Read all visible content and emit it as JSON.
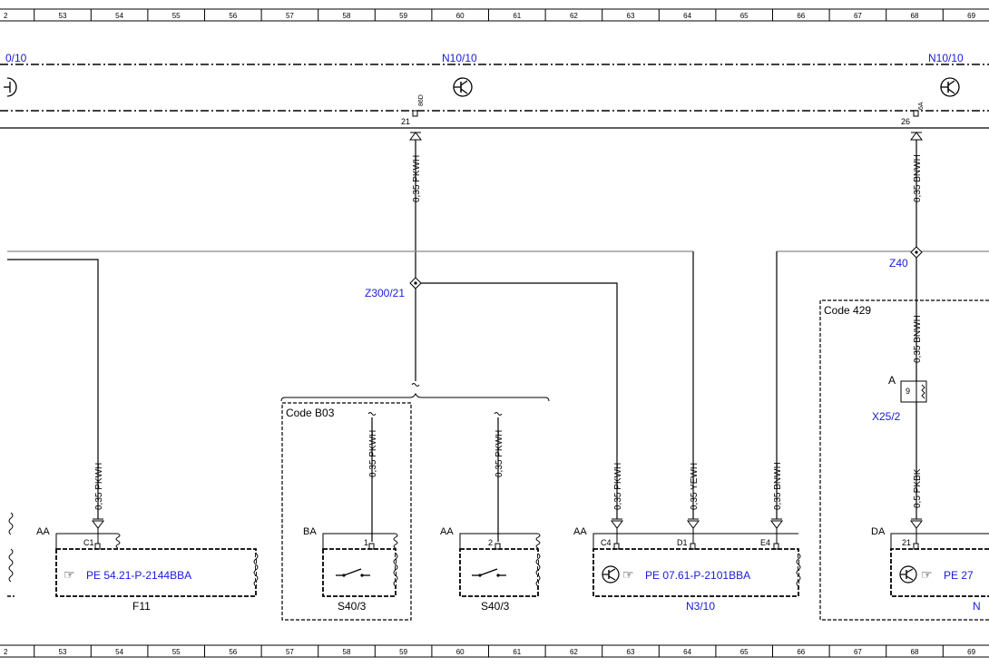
{
  "ruler": {
    "left_partial": "2",
    "numbers": [
      "53",
      "54",
      "55",
      "56",
      "57",
      "58",
      "59",
      "60",
      "61",
      "62",
      "63",
      "64",
      "65",
      "66",
      "67",
      "68",
      "69"
    ]
  },
  "modules": {
    "left_partial": "0/10",
    "center": "N10/10",
    "right": "N10/10"
  },
  "pins_top": {
    "center_pin": "21",
    "center_code": "86D",
    "right_pin": "26",
    "right_code": "6A"
  },
  "wires": {
    "w_center_top": "0,35 PKWH",
    "w_right_top": "0,35 BNWH",
    "w_f11": "0,35 PKWH",
    "w_s40_1": "0,35 PKWH",
    "w_s40_2": "0,35 PKWH",
    "w_c4": "0,35 PKWH",
    "w_d1": "0,35 YEWH",
    "w_e4": "0,35 BNWH",
    "w_right_mid": "0,35 BNWH",
    "w_right_low": "0,5 PKBK"
  },
  "splices": {
    "z300": "Z300/21",
    "z40": "Z40"
  },
  "codes": {
    "b03": "Code B03",
    "c429": "Code 429"
  },
  "connector_x25": {
    "letter": "A",
    "pin": "9",
    "name": "X25/2"
  },
  "components": {
    "f11": {
      "group": "AA",
      "pin": "C1",
      "ref": "PE 54.21-P-2144BBA",
      "name": "F11"
    },
    "s40a": {
      "group": "BA",
      "pin": "1",
      "name": "S40/3"
    },
    "s40b": {
      "group": "AA",
      "pin": "2",
      "name": "S40/3"
    },
    "n3": {
      "group": "AA",
      "pin_c4": "C4",
      "pin_d1": "D1",
      "pin_e4": "E4",
      "ref": "PE 07.61-P-2101BBA",
      "name": "N3/10"
    },
    "right": {
      "group": "DA",
      "pin": "21",
      "ref": "PE 27",
      "name": "N"
    }
  },
  "colors": {
    "link_blue": "#1a1adc",
    "line": "#000000",
    "grey_line": "#8a8a8a"
  }
}
